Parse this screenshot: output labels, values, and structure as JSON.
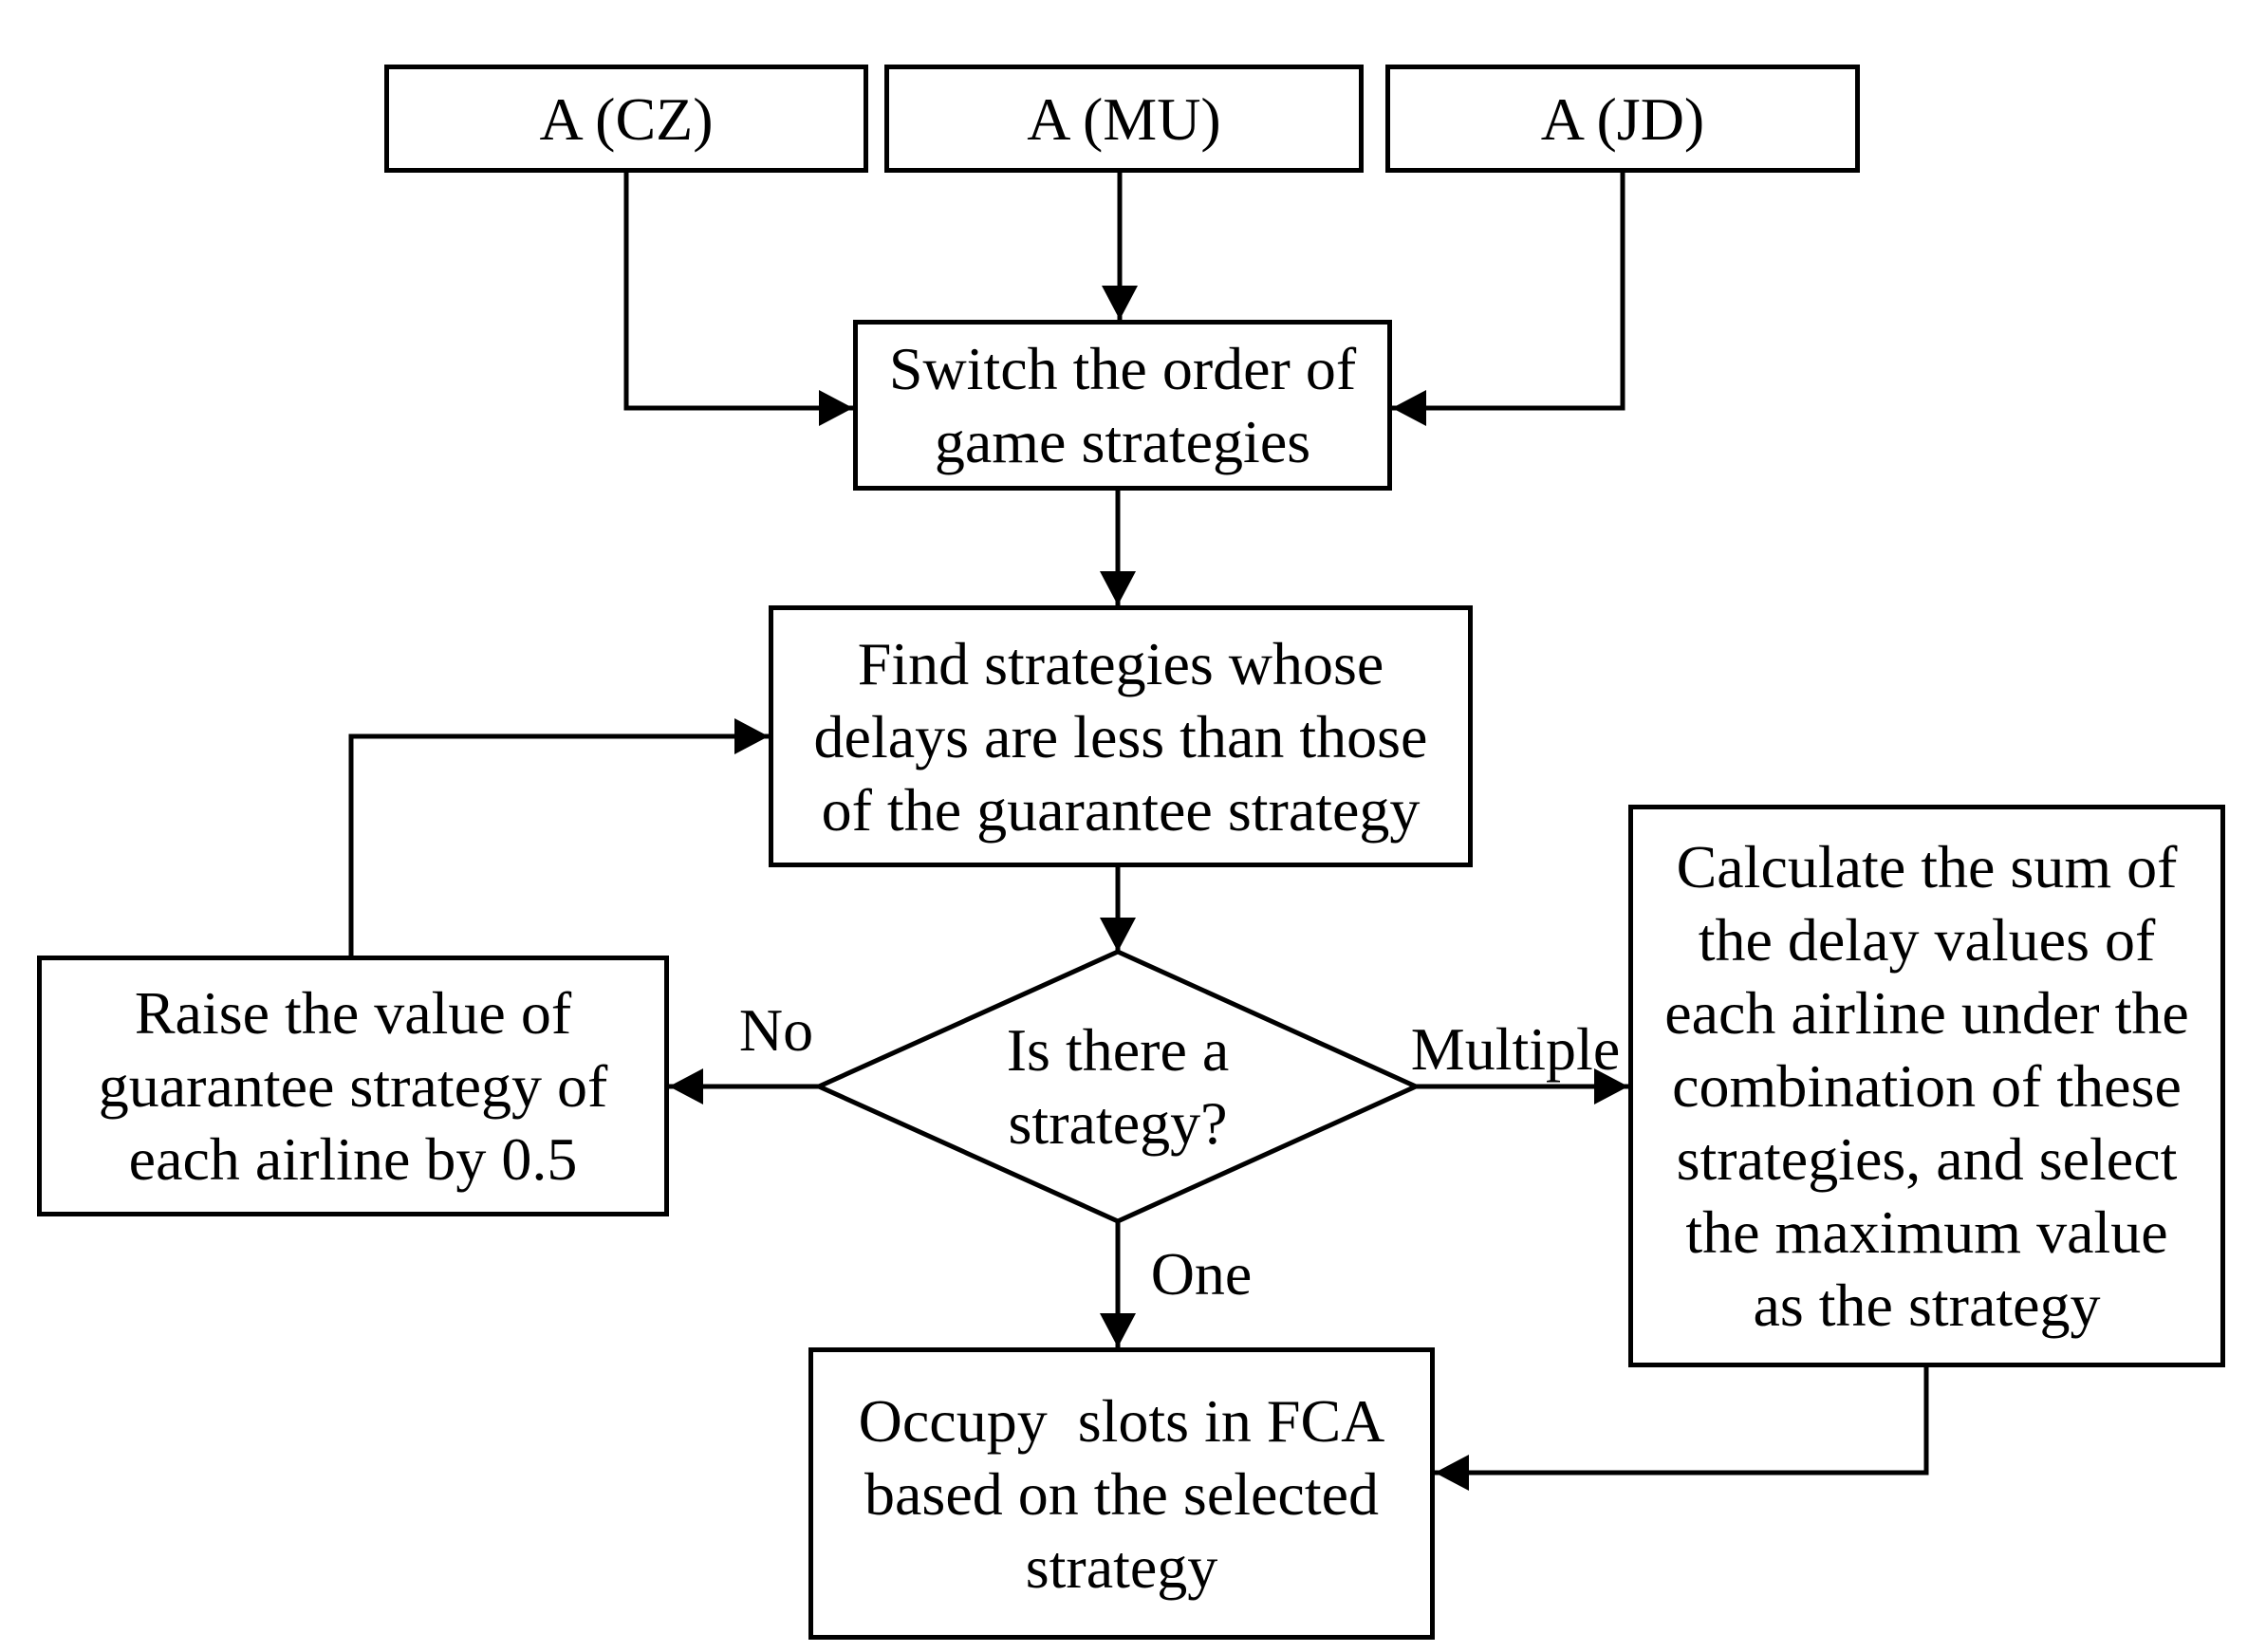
{
  "diagram": {
    "type": "flowchart",
    "background": "#ffffff",
    "line_color": "#000000",
    "text_color": "#000000",
    "box_fill": "#ffffff"
  },
  "nodes": {
    "a_cz": {
      "label": "A (CZ)",
      "shape": "rect"
    },
    "a_mu": {
      "label": "A (MU)",
      "shape": "rect"
    },
    "a_jd": {
      "label": "A (JD)",
      "shape": "rect"
    },
    "switch_order": {
      "label": "Switch the order of\ngame strategies",
      "shape": "rect"
    },
    "find_strategies": {
      "label": "Find strategies whose\ndelays are less than those\nof the guarantee strategy",
      "shape": "rect"
    },
    "decision": {
      "label": "Is there a\nstrategy?",
      "shape": "diamond"
    },
    "raise_value": {
      "label": "Raise the value of\nguarantee strategy of\neach airline by 0.5",
      "shape": "rect"
    },
    "calculate_sum": {
      "label": "Calculate the sum of\nthe delay values of\neach airline under the\ncombination of these\nstrategies, and select\nthe maximum value\nas the strategy",
      "shape": "rect"
    },
    "occupy_slots": {
      "label": "Occupy  slots in FCA\nbased on the selected\nstrategy",
      "shape": "rect"
    }
  },
  "edges": [
    {
      "from": "a_cz",
      "to": "switch_order",
      "label": ""
    },
    {
      "from": "a_mu",
      "to": "switch_order",
      "label": ""
    },
    {
      "from": "a_jd",
      "to": "switch_order",
      "label": ""
    },
    {
      "from": "switch_order",
      "to": "find_strategies",
      "label": ""
    },
    {
      "from": "find_strategies",
      "to": "decision",
      "label": ""
    },
    {
      "from": "decision",
      "to": "raise_value",
      "label": "No"
    },
    {
      "from": "decision",
      "to": "calculate_sum",
      "label": "Multiple"
    },
    {
      "from": "decision",
      "to": "occupy_slots",
      "label": "One"
    },
    {
      "from": "raise_value",
      "to": "find_strategies",
      "label": ""
    },
    {
      "from": "calculate_sum",
      "to": "occupy_slots",
      "label": ""
    }
  ]
}
